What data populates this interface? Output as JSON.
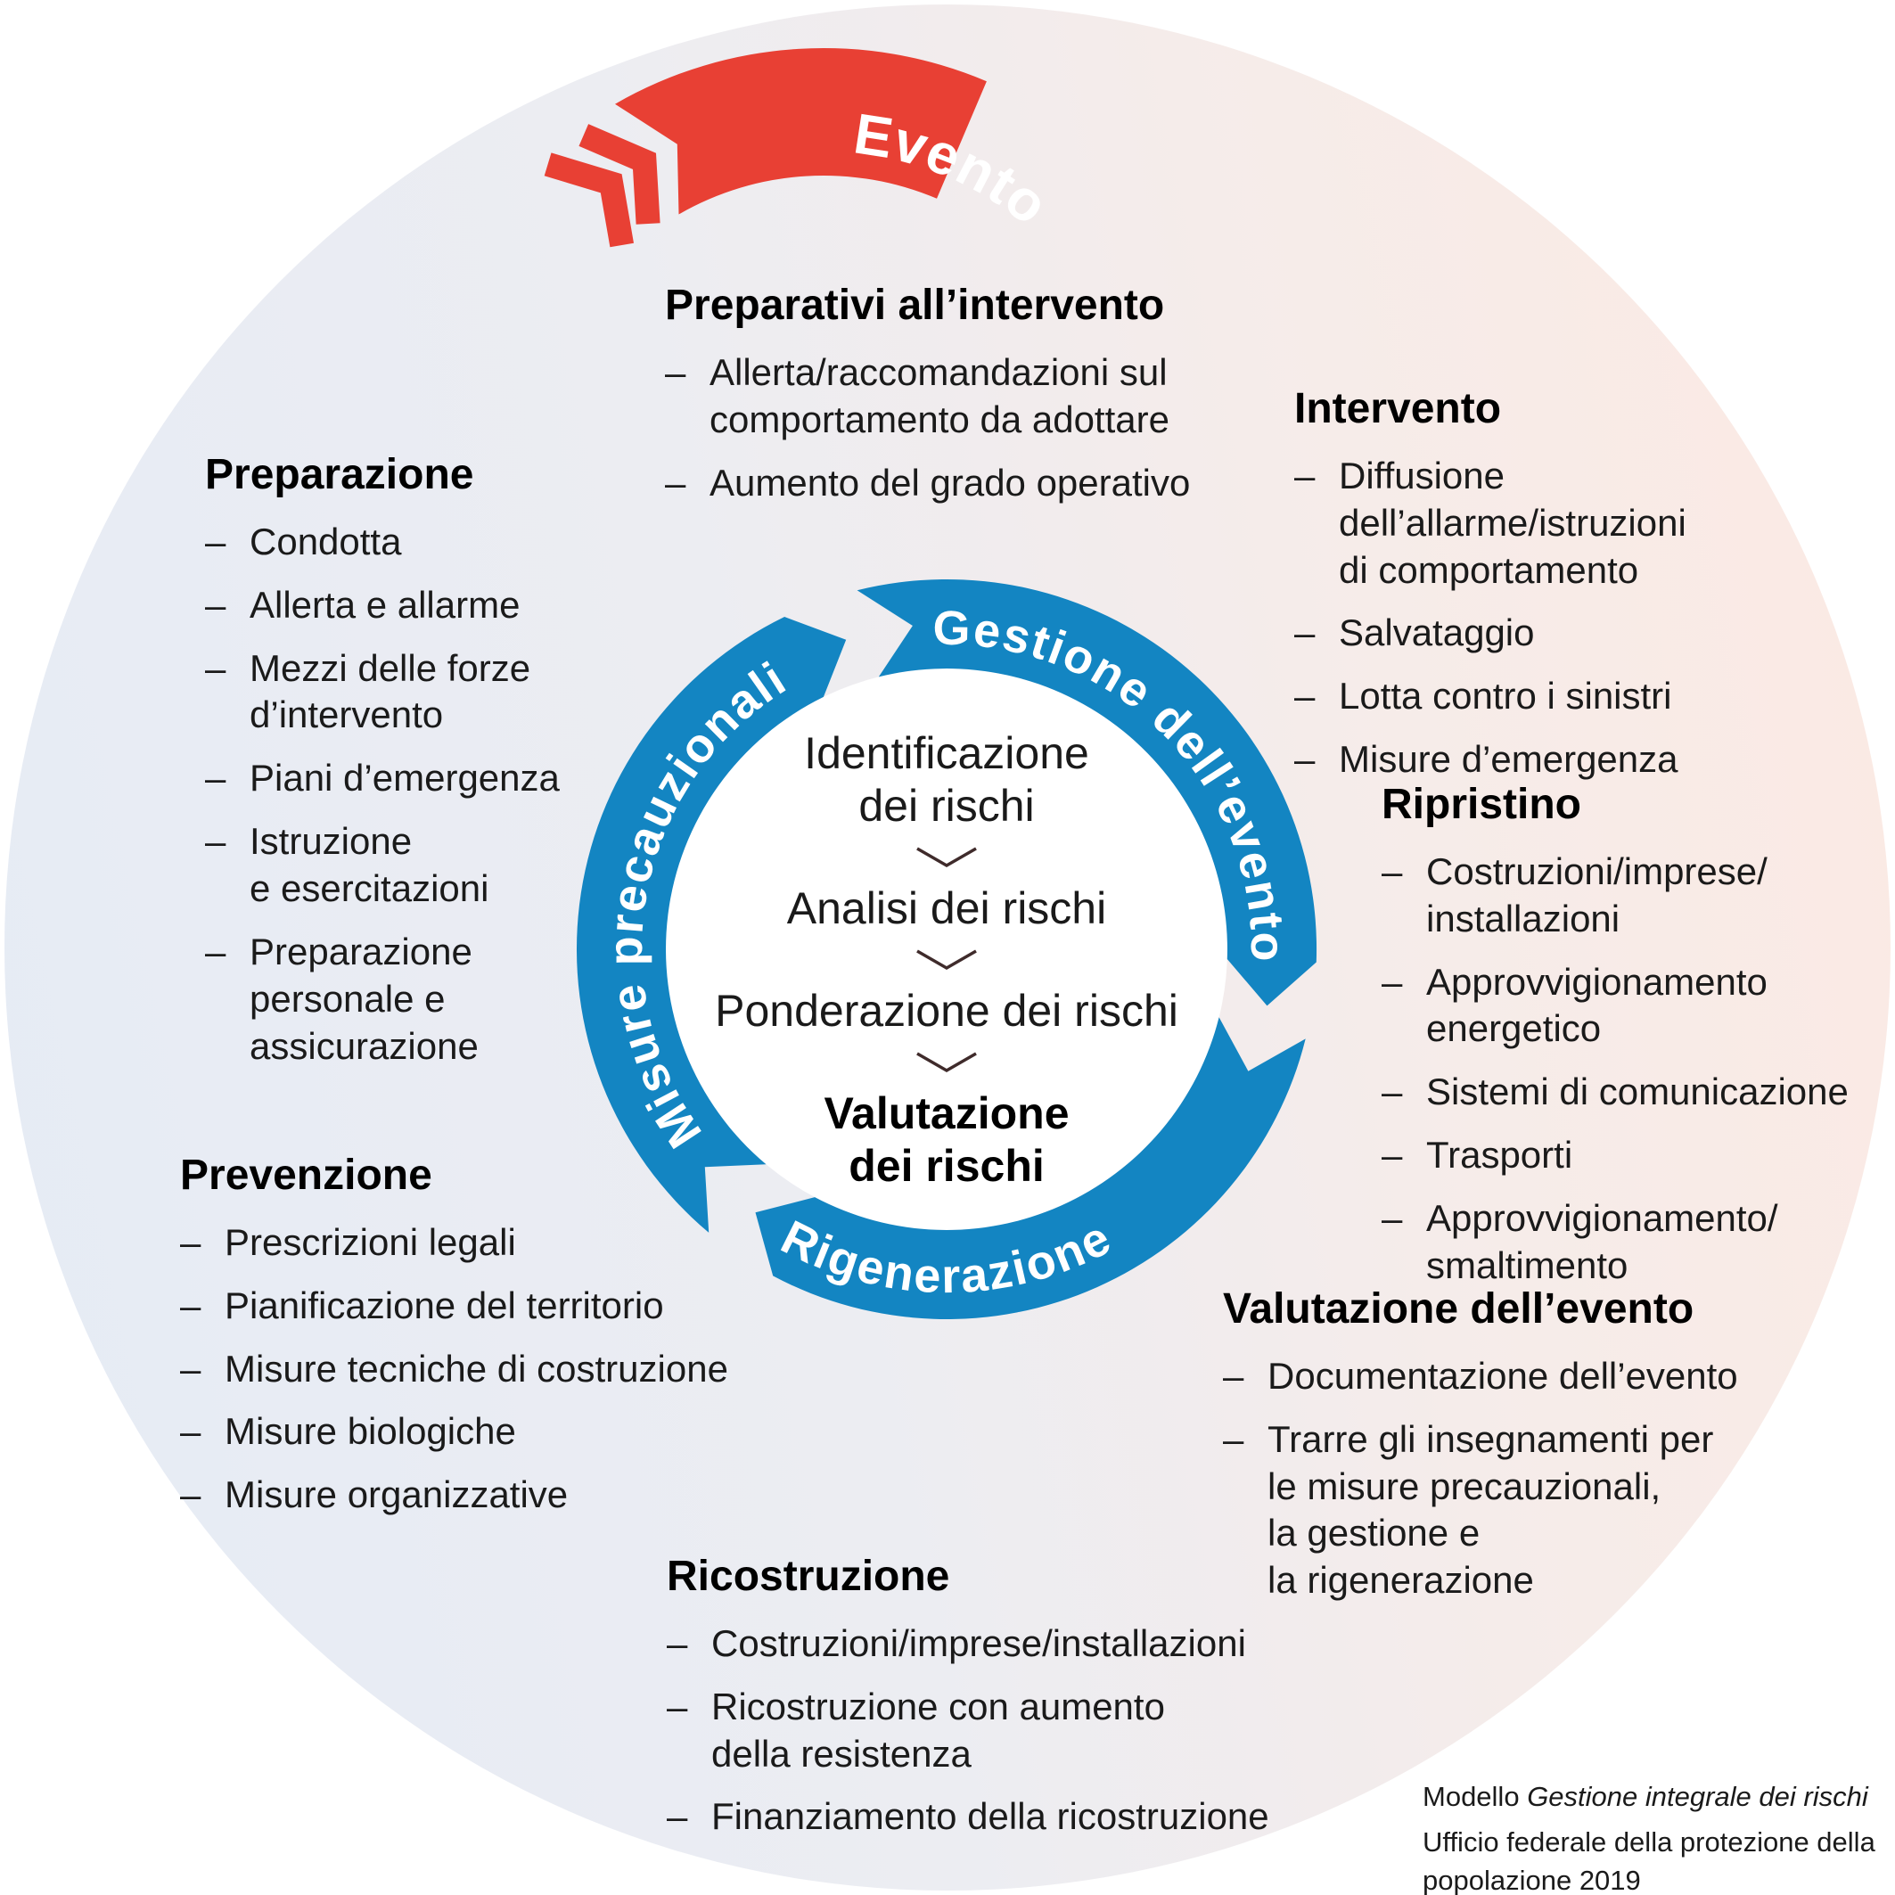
{
  "banner": {
    "label": "Evento",
    "color": "#E84034"
  },
  "ring": {
    "color": "#1385C2",
    "segments": [
      {
        "id": "gestione",
        "label": "Gestione dell’evento"
      },
      {
        "id": "rigenerazione",
        "label": "Rigenerazione"
      },
      {
        "id": "misure",
        "label": "Misure precauzionali"
      }
    ]
  },
  "center": {
    "steps": [
      "Identificazione\ndei rischi",
      "Analisi dei rischi",
      "Ponderazione dei rischi",
      "Valutazione\ndei rischi"
    ]
  },
  "blocks": {
    "preparativi": {
      "title": "Preparativi all’intervento",
      "items": [
        "Allerta/raccomandazioni sul\ncomportamento da adottare",
        "Aumento del grado operativo"
      ]
    },
    "intervento": {
      "title": "Intervento",
      "items": [
        "Diffusione\ndell’allarme/istruzioni\ndi comportamento",
        "Salvataggio",
        "Lotta contro i sinistri",
        "Misure d’emergenza"
      ]
    },
    "preparazione": {
      "title": "Preparazione",
      "items": [
        "Condotta",
        "Allerta e allarme",
        "Mezzi delle forze\nd’intervento",
        "Piani d’emergenza",
        "Istruzione\ne esercitazioni",
        "Preparazione\npersonale e\nassicurazione"
      ]
    },
    "ripristino": {
      "title": "Ripristino",
      "items": [
        "Costruzioni/imprese/\ninstallazioni",
        "Approvvigionamento\nenergetico",
        "Sistemi di comunicazione",
        "Trasporti",
        "Approvvigionamento/\nsmaltimento"
      ]
    },
    "prevenzione": {
      "title": "Prevenzione",
      "items": [
        "Prescrizioni legali",
        "Pianificazione del territorio",
        "Misure tecniche di costruzione",
        "Misure biologiche",
        "Misure organizzative"
      ]
    },
    "valutazione_evento": {
      "title": "Valutazione dell’evento",
      "items": [
        "Documentazione dell’evento",
        "Trarre gli insegnamenti per\nle misure precauzionali,\nla gestione e\nla rigenerazione"
      ]
    },
    "ricostruzione": {
      "title": "Ricostruzione",
      "items": [
        "Costruzioni/imprese/installazioni",
        "Ricostruzione con aumento\ndella resistenza",
        "Finanziamento della ricostruzione"
      ]
    }
  },
  "caption": {
    "prefix": "Modello ",
    "model_name": "Gestione integrale dei rischi",
    "source": "Ufficio federale della protezione della\npopolazione 2019"
  },
  "ui": {
    "bullet": "–"
  }
}
